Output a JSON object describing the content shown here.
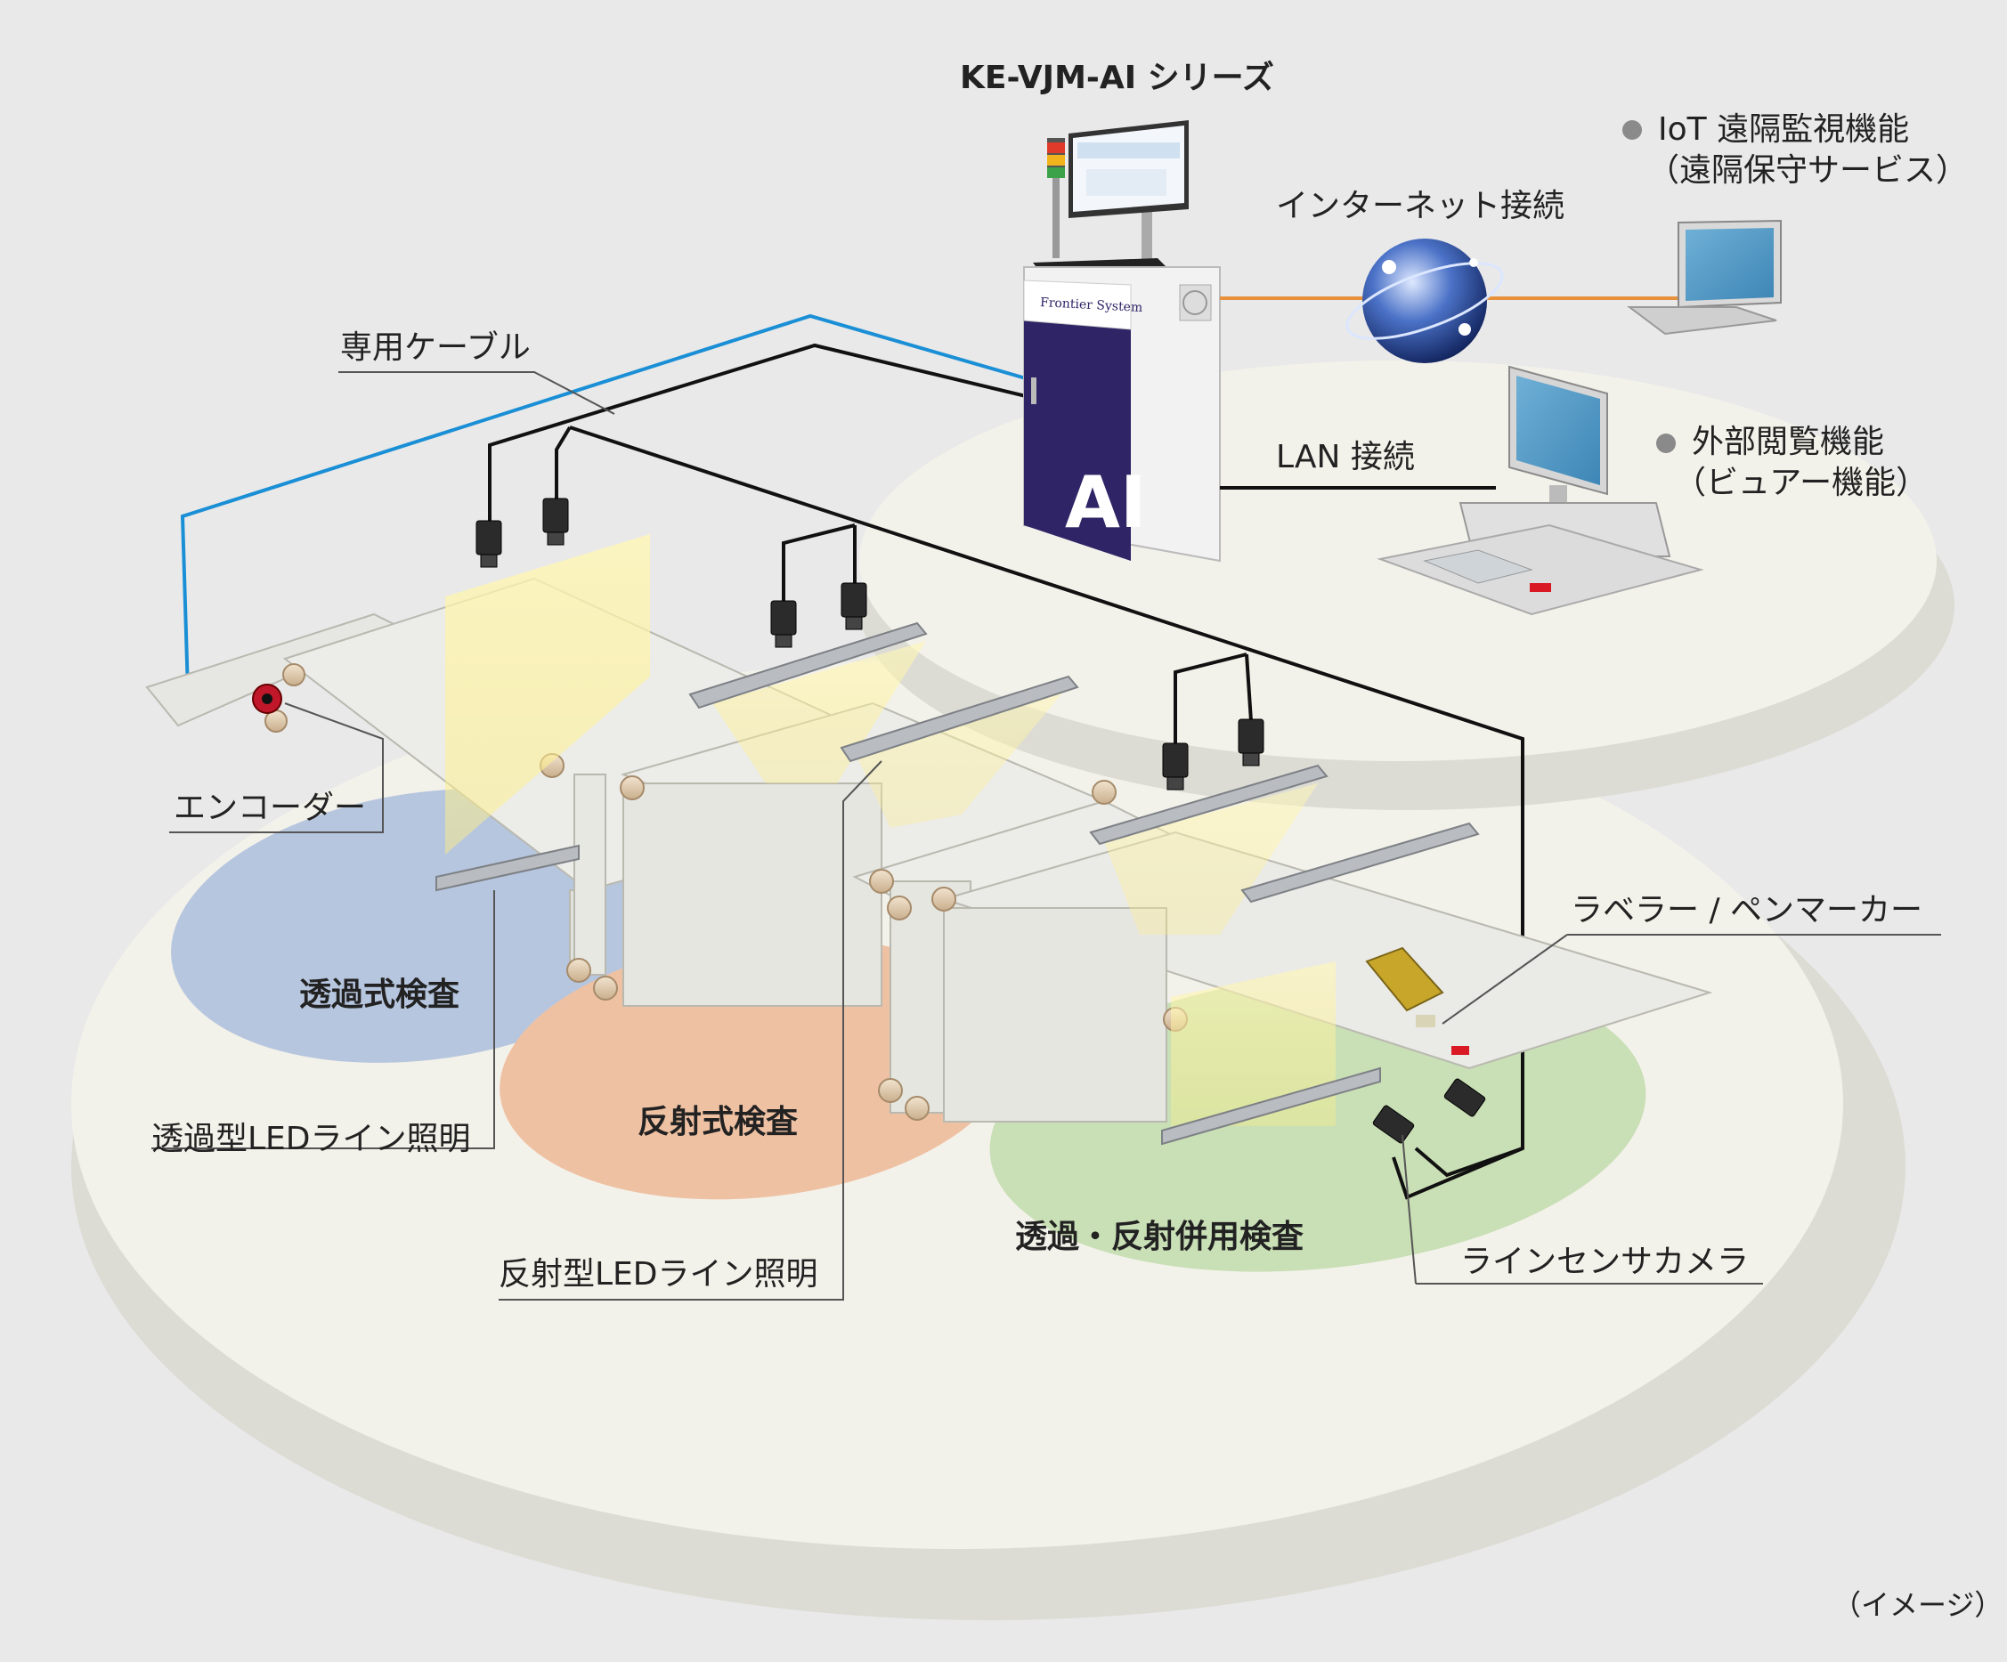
{
  "title": "KE-VJM-AI シリーズ",
  "features": {
    "iot_line1": "IoT 遠隔監視機能",
    "iot_line2": "（遠隔保守サービス）",
    "internet": "インターネット接続",
    "lan": "LAN 接続",
    "viewer_line1": "外部閲覧機能",
    "viewer_line2": "（ビュアー機能）"
  },
  "components": {
    "cable": "専用ケーブル",
    "encoder": "エンコーダー",
    "transmission_light": "透過型LEDライン照明",
    "reflection_light": "反射型LEDライン照明",
    "line_camera": "ラインセンサカメラ",
    "labeler": "ラベラー / ペンマーカー"
  },
  "zones": {
    "transmission": "透過式検査",
    "reflection": "反射式検査",
    "combined": "透過・反射併用検査"
  },
  "cabinet": {
    "brand": "Frontier System",
    "badge": "AI"
  },
  "note": "（イメージ）",
  "colors": {
    "background": "#e9e9e9",
    "platform": "#f3f2ea",
    "zone_blue": "#b7c6df",
    "zone_orange": "#efc1a3",
    "zone_green": "#c9dfb6",
    "cabinet": "#2f2466",
    "internet_line": "#e8913c",
    "blue_cable": "#1a8fd6"
  }
}
